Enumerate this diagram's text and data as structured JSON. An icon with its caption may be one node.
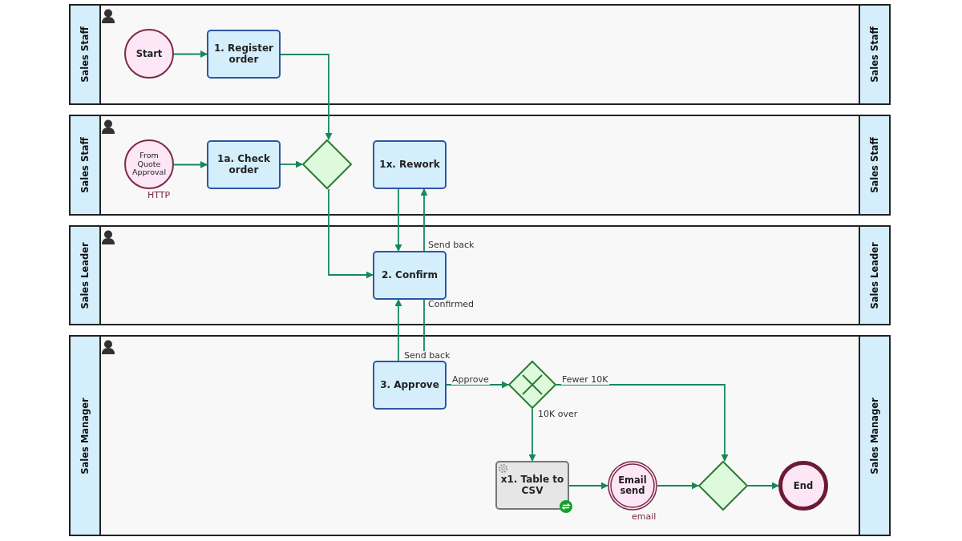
{
  "diagram": {
    "nodes": [
      {
        "text": [
          "Sales Staff",
          "Sales Staff"
        ]
      },
      {
        "text": [
          "Start"
        ],
        "in": 0
      },
      {
        "text": [
          "1. Register order"
        ],
        "in": 0
      },
      {
        "text": [
          "Sales Staff",
          "Sales Staff"
        ]
      },
      {
        "text": [
          "From Quote Approval"
        ],
        "beside": [
          "HTTP"
        ],
        "in": 3
      },
      {
        "text": [
          "1a. Check order"
        ],
        "in": 3
      },
      {
        "text": [],
        "shape": "diamond",
        "in": 3
      },
      {
        "text": [
          "1x. Rework"
        ],
        "in": 3
      },
      {
        "text": [
          "Sales Leader",
          "Sales Leader"
        ]
      },
      {
        "text": [
          "2. Confirm"
        ],
        "in": 8
      },
      {
        "text": [
          "Sales Manager",
          "Sales Manager"
        ]
      },
      {
        "text": [
          "3. Approve"
        ],
        "in": 10
      },
      {
        "text": [],
        "shape": "diamond",
        "in": 10
      },
      {
        "text": [
          "x1. Table to CSV"
        ],
        "in": 10
      },
      {
        "text": [
          "Email send"
        ],
        "beside": [
          "email"
        ],
        "in": 10
      },
      {
        "text": [],
        "shape": "diamond",
        "in": 10
      },
      {
        "text": [
          "End"
        ],
        "in": 10
      }
    ],
    "edges": [
      {
        "from": 1,
        "to": 2,
        "arrow": "to"
      },
      {
        "from": 2,
        "to": 6,
        "arrow": "to"
      },
      {
        "from": 4,
        "to": 5,
        "arrow": "to"
      },
      {
        "from": 5,
        "to": 6,
        "arrow": "to"
      },
      {
        "from": 6,
        "to": 9,
        "arrow": "to"
      },
      {
        "from": 7,
        "to": 9,
        "arrow": "to"
      },
      {
        "from": 9,
        "to": 7,
        "arrow": "to",
        "label": "Send back"
      },
      {
        "from": 9,
        "to": 11,
        "arrow": "to",
        "label": "Confirmed"
      },
      {
        "from": 11,
        "to": 9,
        "arrow": "to",
        "label": "Send back"
      },
      {
        "from": 11,
        "to": 12,
        "arrow": "to",
        "label": "Approve"
      },
      {
        "from": 12,
        "to": 15,
        "arrow": "to",
        "label": "Fewer 10K"
      },
      {
        "from": 12,
        "to": 13,
        "arrow": "to",
        "label": "10K over"
      },
      {
        "from": 13,
        "to": 14,
        "arrow": "to"
      },
      {
        "from": 14,
        "to": 15,
        "arrow": "to"
      },
      {
        "from": 15,
        "to": 16,
        "arrow": "to"
      }
    ]
  }
}
